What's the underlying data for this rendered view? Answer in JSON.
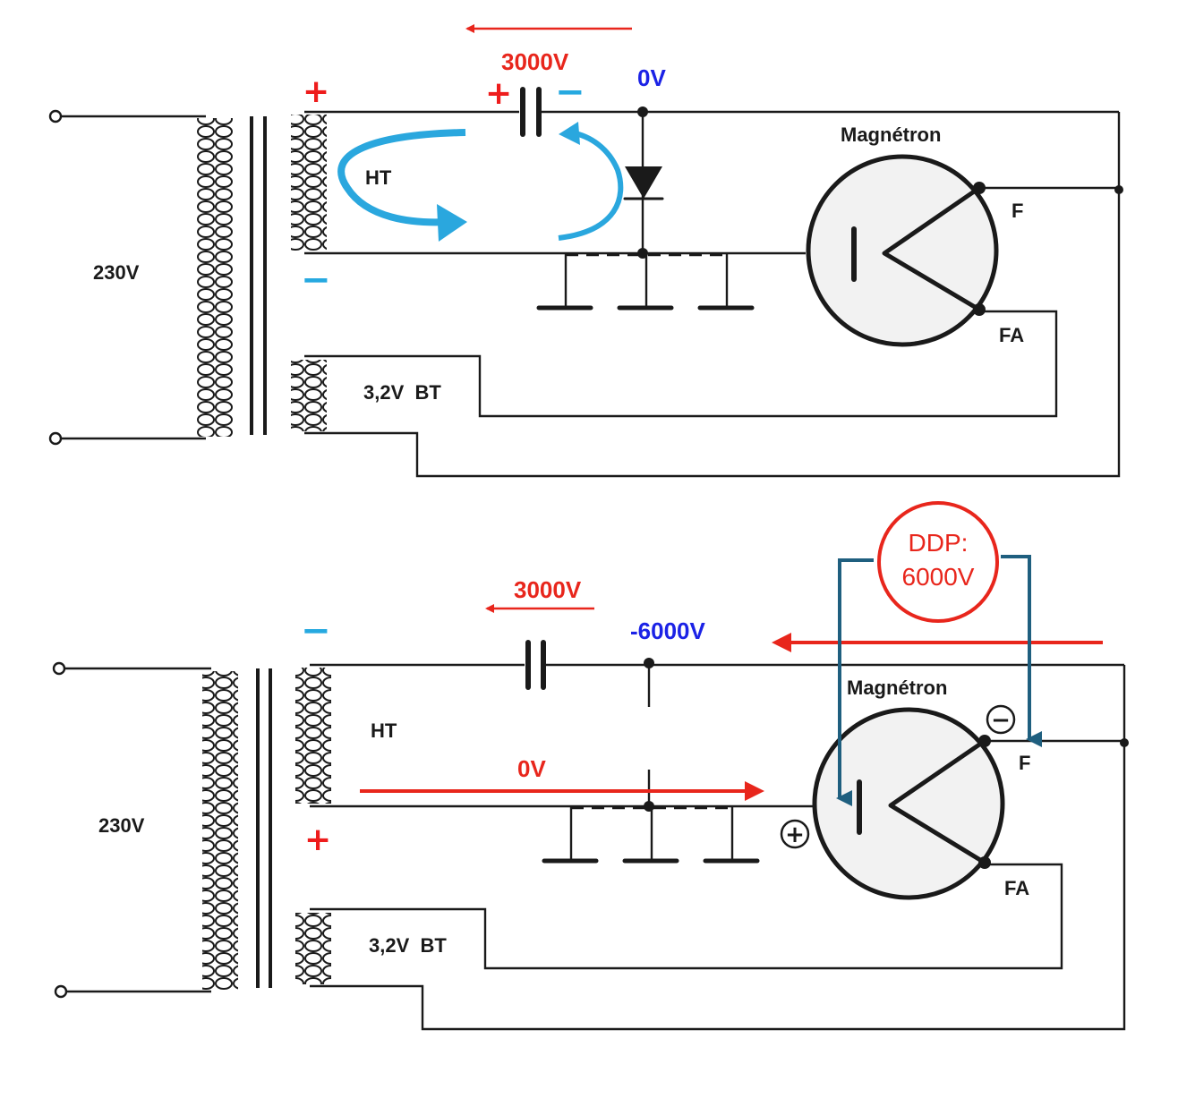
{
  "top": {
    "primary_voltage": "230V",
    "ht_label": "HT",
    "bt_label": "3,2V  BT",
    "capacitor_voltage": "3000V",
    "node_voltage": "0V",
    "magnetron_label": "Magnétron",
    "f_label": "F",
    "fa_label": "FA",
    "ht_top_sign": "+",
    "ht_bottom_sign": "−",
    "cap_left_sign": "+",
    "cap_right_sign": "−"
  },
  "bottom": {
    "primary_voltage": "230V",
    "ht_label": "HT",
    "bt_label": "3,2V  BT",
    "capacitor_voltage": "3000V",
    "node_voltage": "-6000V",
    "ground_voltage": "0V",
    "magnetron_label": "Magnétron",
    "f_label": "F",
    "fa_label": "FA",
    "ht_top_sign": "−",
    "ht_bottom_sign": "+",
    "ddp_line1": "DDP:",
    "ddp_line2": "6000V",
    "anode_sign": "+",
    "cathode_sign": "−"
  },
  "colors": {
    "red": "#e8261c",
    "cyan": "#26a9e0",
    "blue": "#1b22e6",
    "teal": "#1f5f7f",
    "wire": "#1a1a1a"
  }
}
